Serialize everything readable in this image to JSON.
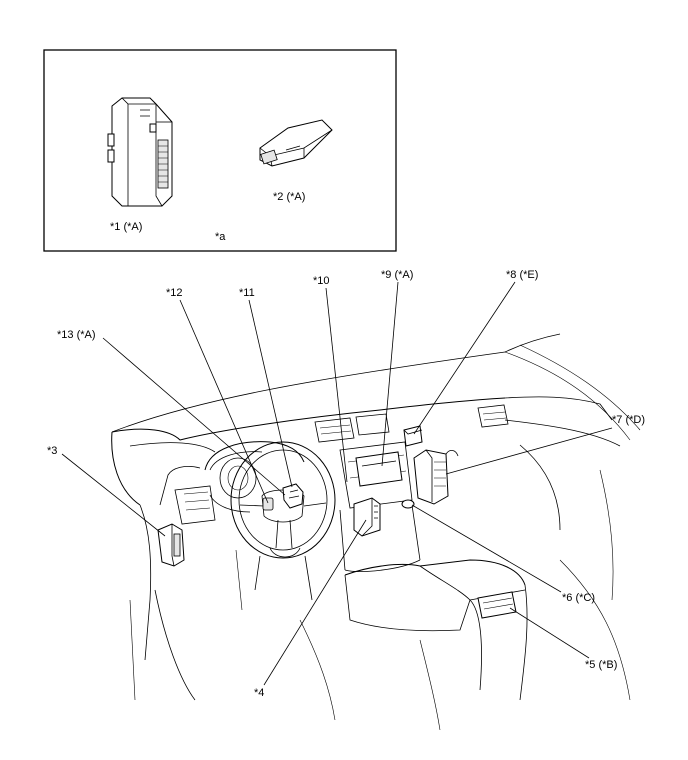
{
  "inset": {
    "note": "*a",
    "items": [
      {
        "id": "ecu1",
        "label": "*1 (*A)"
      },
      {
        "id": "ecu2",
        "label": "*2 (*A)"
      }
    ]
  },
  "callouts": [
    {
      "id": "c3",
      "label": "*3"
    },
    {
      "id": "c4",
      "label": "*4"
    },
    {
      "id": "c5",
      "label": "*5 (*B)"
    },
    {
      "id": "c6",
      "label": "*6 (*C)"
    },
    {
      "id": "c7",
      "label": "*7 (*D)"
    },
    {
      "id": "c8",
      "label": "*8 (*E)"
    },
    {
      "id": "c9",
      "label": "*9 (*A)"
    },
    {
      "id": "c10",
      "label": "*10"
    },
    {
      "id": "c11",
      "label": "*11"
    },
    {
      "id": "c12",
      "label": "*12"
    },
    {
      "id": "c13",
      "label": "*13 (*A)"
    }
  ]
}
